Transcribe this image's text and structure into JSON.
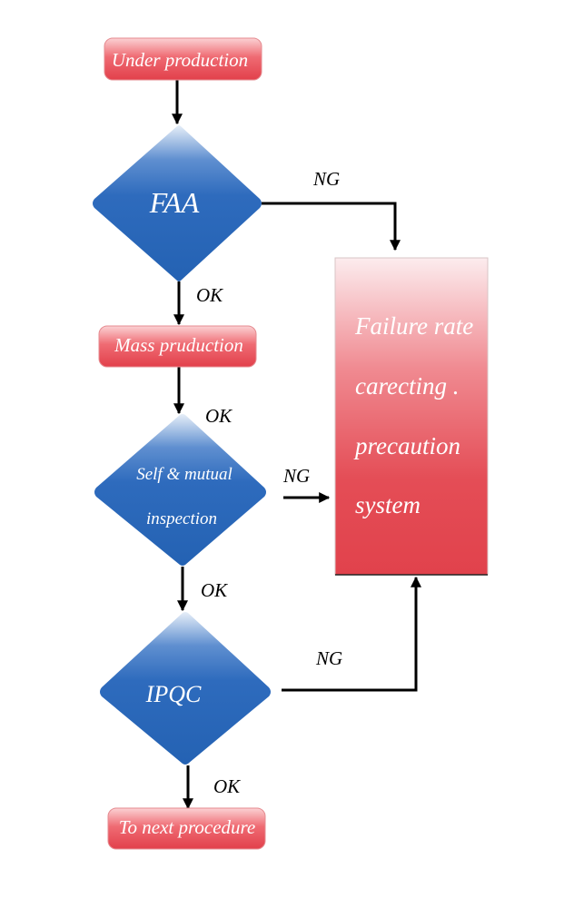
{
  "nodes": {
    "under_production": "Under production",
    "faa": "FAA",
    "mass_production": "Mass pruduction",
    "self_mutual_line1": "Self  & mutual",
    "self_mutual_line2": "inspection",
    "ipqc": "IPQC",
    "next_procedure": "To next procedure",
    "failure_line1": "Failure rate",
    "failure_line2": "carecting .",
    "failure_line3": "precaution",
    "failure_line4": "system"
  },
  "edges": {
    "faa_ok": "OK",
    "faa_ng": "NG",
    "mass_ok": "OK",
    "self_ng": "NG",
    "self_ok": "OK",
    "ipqc_ng": "NG",
    "ipqc_ok": "OK"
  },
  "colors": {
    "rounded_box": "#e8505a",
    "diamond": "#2f6fbf",
    "failure_box": "#e24650",
    "lines": "#000000"
  }
}
